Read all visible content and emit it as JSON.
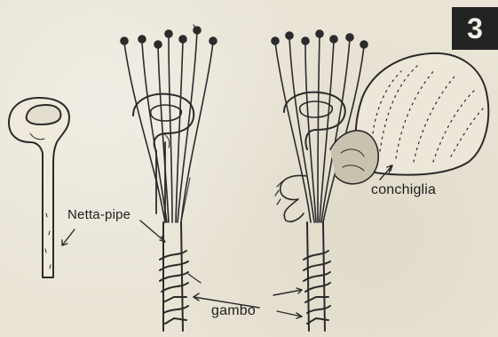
{
  "figure_number": "3",
  "labels": {
    "netta_pipe": "Netta-pipe",
    "conchiglia": "conchiglia",
    "gambo": "gambo"
  },
  "colors": {
    "ink": "#2b2b2b",
    "paper": "#e9e4d6",
    "badge": "#232323"
  }
}
